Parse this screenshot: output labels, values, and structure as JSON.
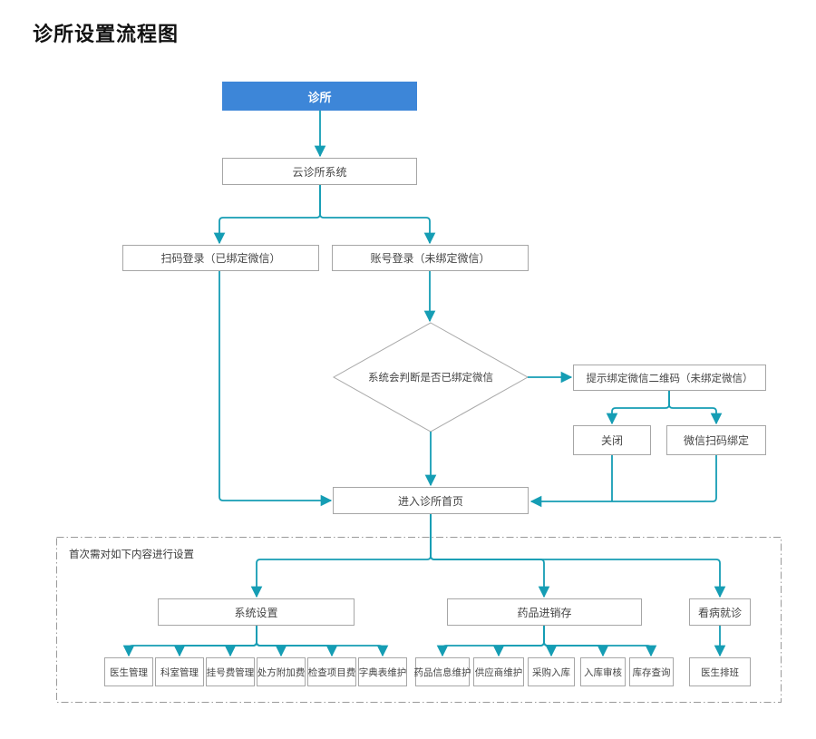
{
  "title": "诊所设置流程图",
  "colors": {
    "header_blue": "#3d86d8",
    "connector_teal": "#159db4",
    "box_border": "#a6a6a6"
  },
  "nodes": {
    "clinic": "诊所",
    "cloud_system": "云诊所系统",
    "scan_login": "扫码登录（已绑定微信）",
    "account_login": "账号登录（未绑定微信）",
    "decision": "系统会判断是否已绑定微信",
    "qr_prompt": "提示绑定微信二维码（未绑定微信）",
    "close": "关闭",
    "wechat_scan_bind": "微信扫码绑定",
    "enter_homepage": "进入诊所首页"
  },
  "setup_section": {
    "label": "首次需对如下内容进行设置",
    "groups": [
      {
        "title": "系统设置",
        "items": [
          "医生管理",
          "科室管理",
          "挂号费管理",
          "处方附加费",
          "检查项目费",
          "字典表维护"
        ]
      },
      {
        "title": "药品进销存",
        "items": [
          "药品信息维护",
          "供应商维护",
          "采购入库",
          "入库审核",
          "库存查询"
        ]
      },
      {
        "title": "看病就诊",
        "items": [
          "医生排班"
        ]
      }
    ]
  }
}
